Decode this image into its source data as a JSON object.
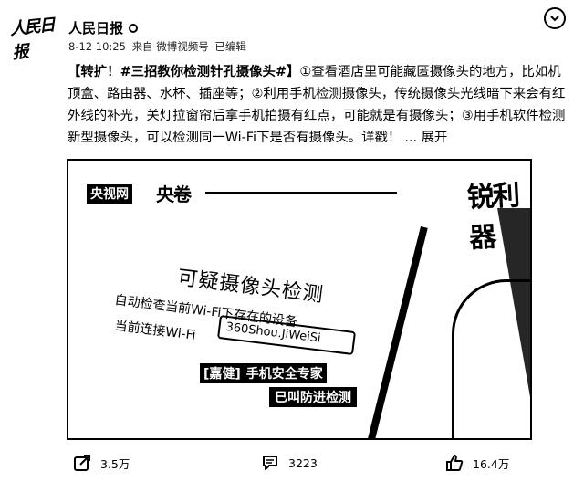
{
  "post": {
    "author": "人民日报",
    "avatar_text": "人民日报",
    "date": "8-12 10:25",
    "source": "来自 微博视频号",
    "edited": "已编辑",
    "text_tag": "【转扩！#三招教你检测针孔摄像头#】",
    "text_body": "①查看酒店里可能藏匿摄像头的地方，比如机顶盒、路由器、水杯、插座等；②利用手机检测摄像头，传统摄像头光线暗下来会有红外线的补光，关灯拉窗帘后拿手机拍摄有红点，可能就是有摄像头；③用手机软件检测新型摄像头，可以检测同一Wi-Fi下是否有摄像头。详戳！",
    "expand_label": "... 展开"
  },
  "video": {
    "channel_logo": "央视网",
    "program": "央卷",
    "brand": "锐利器",
    "screen_title": "可疑摄像头检测",
    "screen_line1": "自动检查当前Wi-Fi下存在的设备",
    "screen_line2": "当前连接Wi-Fi",
    "wifi_name": "360Shou.JiWeiSi",
    "guest_tag": "[嘉健]",
    "guest_title": "手机安全专家",
    "caption": "已叫防进检测"
  },
  "actions": {
    "share_count": "3.5万",
    "comment_count": "3223",
    "like_count": "16.4万"
  },
  "icons": {
    "more": "chevron-down-icon",
    "share": "share-icon",
    "comment": "comment-icon",
    "like": "thumbs-up-icon",
    "verified": "verified-icon"
  }
}
